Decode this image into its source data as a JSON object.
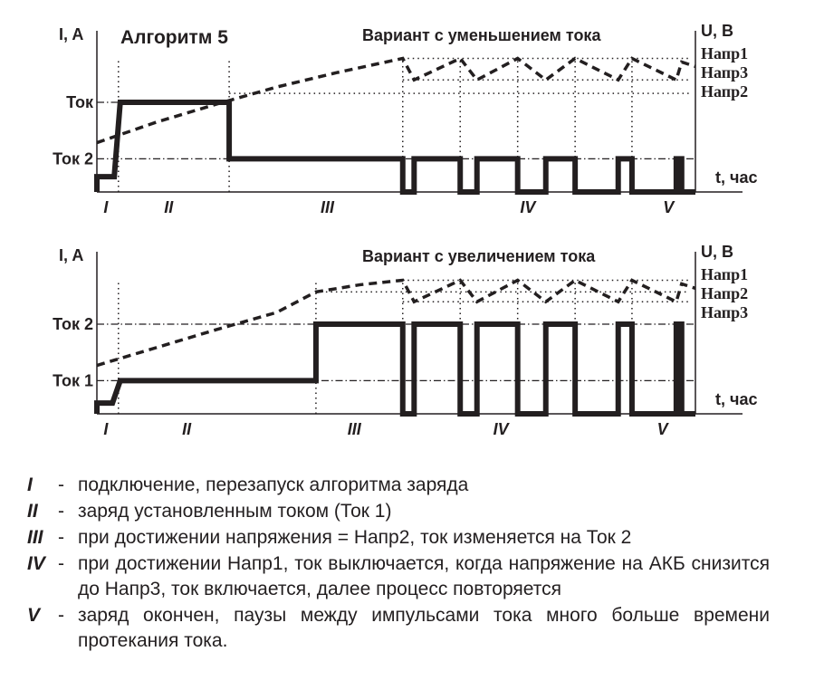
{
  "top": {
    "title": "Алгоритм 5",
    "subtitle": "Вариант с уменьшением тока",
    "y_left": "I, A",
    "y_right": "U, B",
    "x_label": "t, час",
    "current_labels": [
      {
        "text": "Ток",
        "level": 1.0
      },
      {
        "text": "Ток 2",
        "level": 0.37
      }
    ],
    "voltage_labels": [
      {
        "text": "Напр1",
        "level": 1.49
      },
      {
        "text": "Напр3",
        "level": 1.25
      },
      {
        "text": "Напр2",
        "level": 1.1
      }
    ],
    "phases": [
      {
        "text": "I",
        "t": 1.5
      },
      {
        "text": "II",
        "t": 12
      },
      {
        "text": "III",
        "t": 38.5
      },
      {
        "text": "IV",
        "t": 72
      },
      {
        "text": "V",
        "t": 95.5
      }
    ]
  },
  "bottom": {
    "subtitle": "Вариант с увеличением тока",
    "y_left": "I, A",
    "y_right": "U, B",
    "x_label": "t, час",
    "current_labels": [
      {
        "text": "Ток 2",
        "level": 1.0
      },
      {
        "text": "Ток 1",
        "level": 0.37
      }
    ],
    "voltage_labels": [
      {
        "text": "Напр1",
        "level": 1.49
      },
      {
        "text": "Напр2",
        "level": 1.36
      },
      {
        "text": "Напр3",
        "level": 1.25
      }
    ],
    "phases": [
      {
        "text": "I",
        "t": 1.5
      },
      {
        "text": "II",
        "t": 15
      },
      {
        "text": "III",
        "t": 43
      },
      {
        "text": "IV",
        "t": 67.5
      },
      {
        "text": "V",
        "t": 94.5
      }
    ]
  },
  "chart_data": [
    {
      "type": "line",
      "name": "top-variant-decreasing-current",
      "x_range": [
        0,
        100
      ],
      "current": [
        [
          0,
          0
        ],
        [
          0,
          0.17
        ],
        [
          2.9,
          0.17
        ],
        [
          3.9,
          1.0
        ],
        [
          22.1,
          1.0
        ],
        [
          22.1,
          0.37
        ],
        [
          51.1,
          0.37
        ],
        [
          51.1,
          0
        ],
        [
          53,
          0
        ],
        [
          53,
          0.37
        ],
        [
          60.7,
          0.37
        ],
        [
          60.7,
          0
        ],
        [
          63.5,
          0
        ],
        [
          63.5,
          0.37
        ],
        [
          70.3,
          0.37
        ],
        [
          70.3,
          0
        ],
        [
          75,
          0
        ],
        [
          75,
          0.37
        ],
        [
          79.9,
          0.37
        ],
        [
          79.9,
          0
        ],
        [
          87.1,
          0
        ],
        [
          87.1,
          0.37
        ],
        [
          89.4,
          0.37
        ],
        [
          89.4,
          0
        ],
        [
          96.8,
          0
        ],
        [
          96.8,
          0.37
        ],
        [
          97.7,
          0.37
        ],
        [
          97.7,
          0
        ],
        [
          100,
          0
        ]
      ],
      "voltage": [
        [
          0,
          0.55
        ],
        [
          10,
          0.78
        ],
        [
          20,
          0.98
        ],
        [
          30,
          1.17
        ],
        [
          40,
          1.33
        ],
        [
          51.1,
          1.49
        ],
        [
          53,
          1.25
        ],
        [
          60.7,
          1.49
        ],
        [
          63.5,
          1.25
        ],
        [
          70.3,
          1.49
        ],
        [
          75,
          1.25
        ],
        [
          79.9,
          1.49
        ],
        [
          87.1,
          1.25
        ],
        [
          89.4,
          1.49
        ],
        [
          96.8,
          1.25
        ],
        [
          97.7,
          1.45
        ],
        [
          100,
          1.4
        ]
      ],
      "vlines": [
        3.6,
        22.1,
        51.1,
        60.7,
        70.3,
        79.9,
        89.4
      ],
      "dotted_h": [
        {
          "level": 1.1,
          "from": 22.1
        },
        {
          "level": 1.49,
          "from": 51.1
        },
        {
          "level": 1.25,
          "from": 51.1
        }
      ],
      "dashdot_h": [
        {
          "level": 1.0,
          "from": 0,
          "to": 4
        },
        {
          "level": 0.37,
          "from": 0,
          "to": 100
        }
      ]
    },
    {
      "type": "line",
      "name": "bottom-variant-increasing-current",
      "x_range": [
        0,
        100
      ],
      "current": [
        [
          0,
          0
        ],
        [
          0,
          0.12
        ],
        [
          2.6,
          0.12
        ],
        [
          3.9,
          0.37
        ],
        [
          36.6,
          0.37
        ],
        [
          36.6,
          1.0
        ],
        [
          51.1,
          1.0
        ],
        [
          51.1,
          0
        ],
        [
          53,
          0
        ],
        [
          53,
          1.0
        ],
        [
          60.7,
          1.0
        ],
        [
          60.7,
          0
        ],
        [
          63.5,
          0
        ],
        [
          63.5,
          1.0
        ],
        [
          70.3,
          1.0
        ],
        [
          70.3,
          0
        ],
        [
          75,
          0
        ],
        [
          75,
          1.0
        ],
        [
          79.9,
          1.0
        ],
        [
          79.9,
          0
        ],
        [
          87.1,
          0
        ],
        [
          87.1,
          1.0
        ],
        [
          89.4,
          1.0
        ],
        [
          89.4,
          0
        ],
        [
          96.8,
          0
        ],
        [
          96.8,
          1.0
        ],
        [
          97.7,
          1.0
        ],
        [
          97.7,
          0
        ],
        [
          100,
          0
        ]
      ],
      "voltage": [
        [
          0,
          0.54
        ],
        [
          10,
          0.74
        ],
        [
          20,
          0.94
        ],
        [
          30,
          1.13
        ],
        [
          36.6,
          1.36
        ],
        [
          44,
          1.44
        ],
        [
          51.1,
          1.49
        ],
        [
          53,
          1.25
        ],
        [
          60.7,
          1.49
        ],
        [
          63.5,
          1.25
        ],
        [
          70.3,
          1.49
        ],
        [
          75,
          1.25
        ],
        [
          79.9,
          1.49
        ],
        [
          87.1,
          1.25
        ],
        [
          89.4,
          1.49
        ],
        [
          96.8,
          1.25
        ],
        [
          97.7,
          1.45
        ],
        [
          100,
          1.4
        ]
      ],
      "vlines": [
        3.6,
        36.6,
        51.1,
        60.7,
        70.3,
        79.9,
        89.4
      ],
      "dotted_h": [
        {
          "level": 1.36,
          "from": 36.6
        },
        {
          "level": 1.49,
          "from": 51.1
        },
        {
          "level": 1.25,
          "from": 51.1
        }
      ],
      "dashdot_h": [
        {
          "level": 1.0,
          "from": 0,
          "to": 100
        },
        {
          "level": 0.37,
          "from": 0,
          "to": 100
        }
      ]
    }
  ],
  "legend": [
    {
      "mark": "I",
      "text": "подключение, перезапуск алгоритма заряда"
    },
    {
      "mark": "II",
      "text": "заряд установленным током (Ток 1)"
    },
    {
      "mark": "III",
      "text": "при достижении напряжения = Напр2, ток изменяется на Ток 2"
    },
    {
      "mark": "IV",
      "text": "при достижении Напр1, ток выключается, когда напряжение на АКБ снизится до Напр3, ток включается, далее процесс повторяется"
    },
    {
      "mark": "V",
      "text": "заряд окончен, паузы между импульсами тока много больше времени протекания тока."
    }
  ]
}
